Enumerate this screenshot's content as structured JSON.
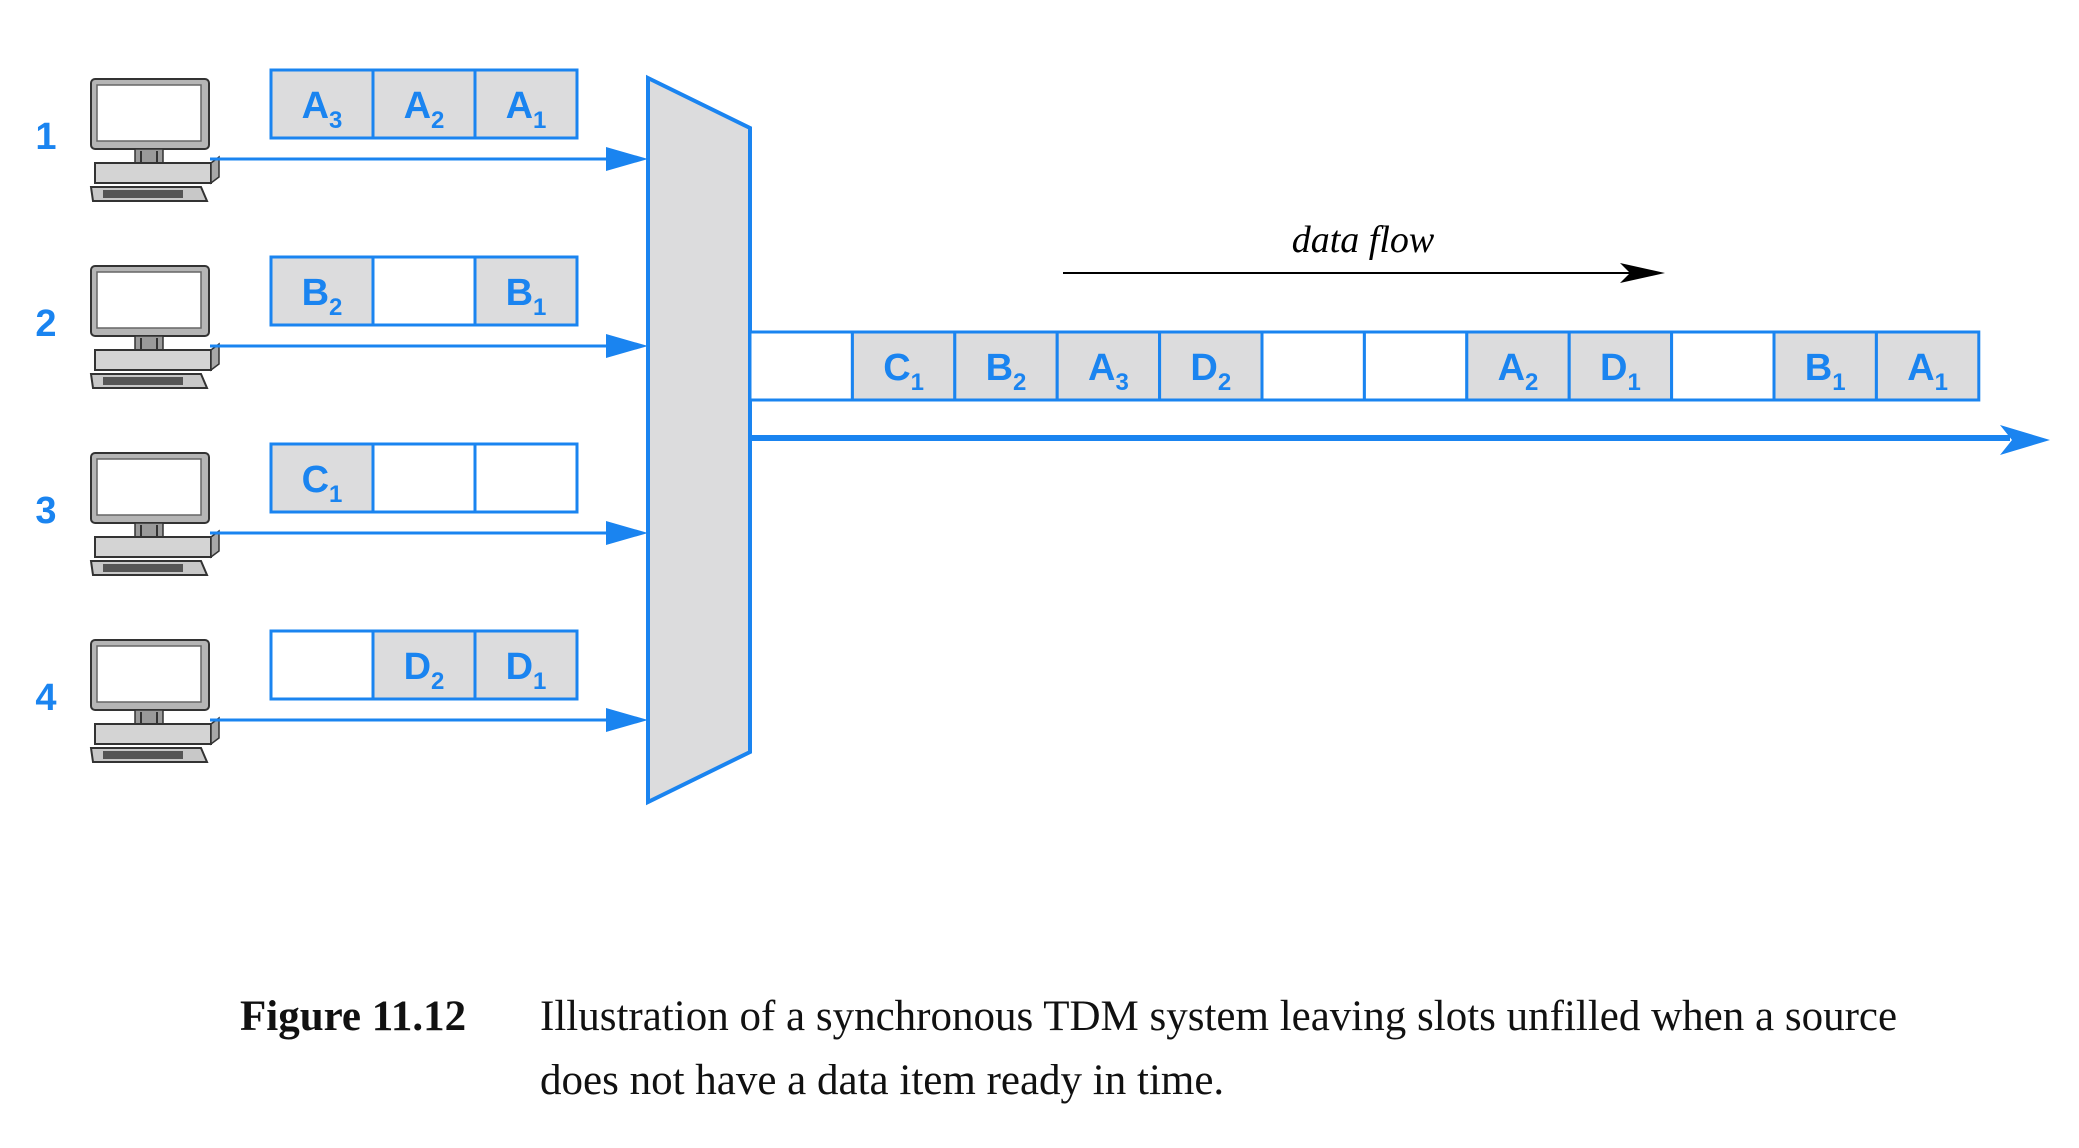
{
  "colors": {
    "accent": "#1a84f0",
    "mux_fill": "#dcdcdd",
    "slot_fill": "#dcdcdd"
  },
  "sources": [
    {
      "label": "1",
      "icon": "computer-icon",
      "slots": [
        {
          "letter": "A",
          "sub": "3"
        },
        {
          "letter": "A",
          "sub": "2"
        },
        {
          "letter": "A",
          "sub": "1"
        }
      ]
    },
    {
      "label": "2",
      "icon": "computer-icon",
      "slots": [
        {
          "letter": "B",
          "sub": "2"
        },
        null,
        {
          "letter": "B",
          "sub": "1"
        }
      ]
    },
    {
      "label": "3",
      "icon": "computer-icon",
      "slots": [
        {
          "letter": "C",
          "sub": "1"
        },
        null,
        null
      ]
    },
    {
      "label": "4",
      "icon": "computer-icon",
      "slots": [
        null,
        {
          "letter": "D",
          "sub": "2"
        },
        {
          "letter": "D",
          "sub": "1"
        }
      ]
    }
  ],
  "multiplexer": {
    "icon": "multiplexer-shape"
  },
  "output_slots": [
    null,
    {
      "letter": "C",
      "sub": "1"
    },
    {
      "letter": "B",
      "sub": "2"
    },
    {
      "letter": "A",
      "sub": "3"
    },
    {
      "letter": "D",
      "sub": "2"
    },
    null,
    null,
    {
      "letter": "A",
      "sub": "2"
    },
    {
      "letter": "D",
      "sub": "1"
    },
    null,
    {
      "letter": "B",
      "sub": "1"
    },
    {
      "letter": "A",
      "sub": "1"
    }
  ],
  "flow_label": "data flow",
  "caption": {
    "figure": "Figure 11.12",
    "text": "Illustration of a synchronous TDM system leaving slots unfilled when a source does not have a data item ready in time."
  }
}
